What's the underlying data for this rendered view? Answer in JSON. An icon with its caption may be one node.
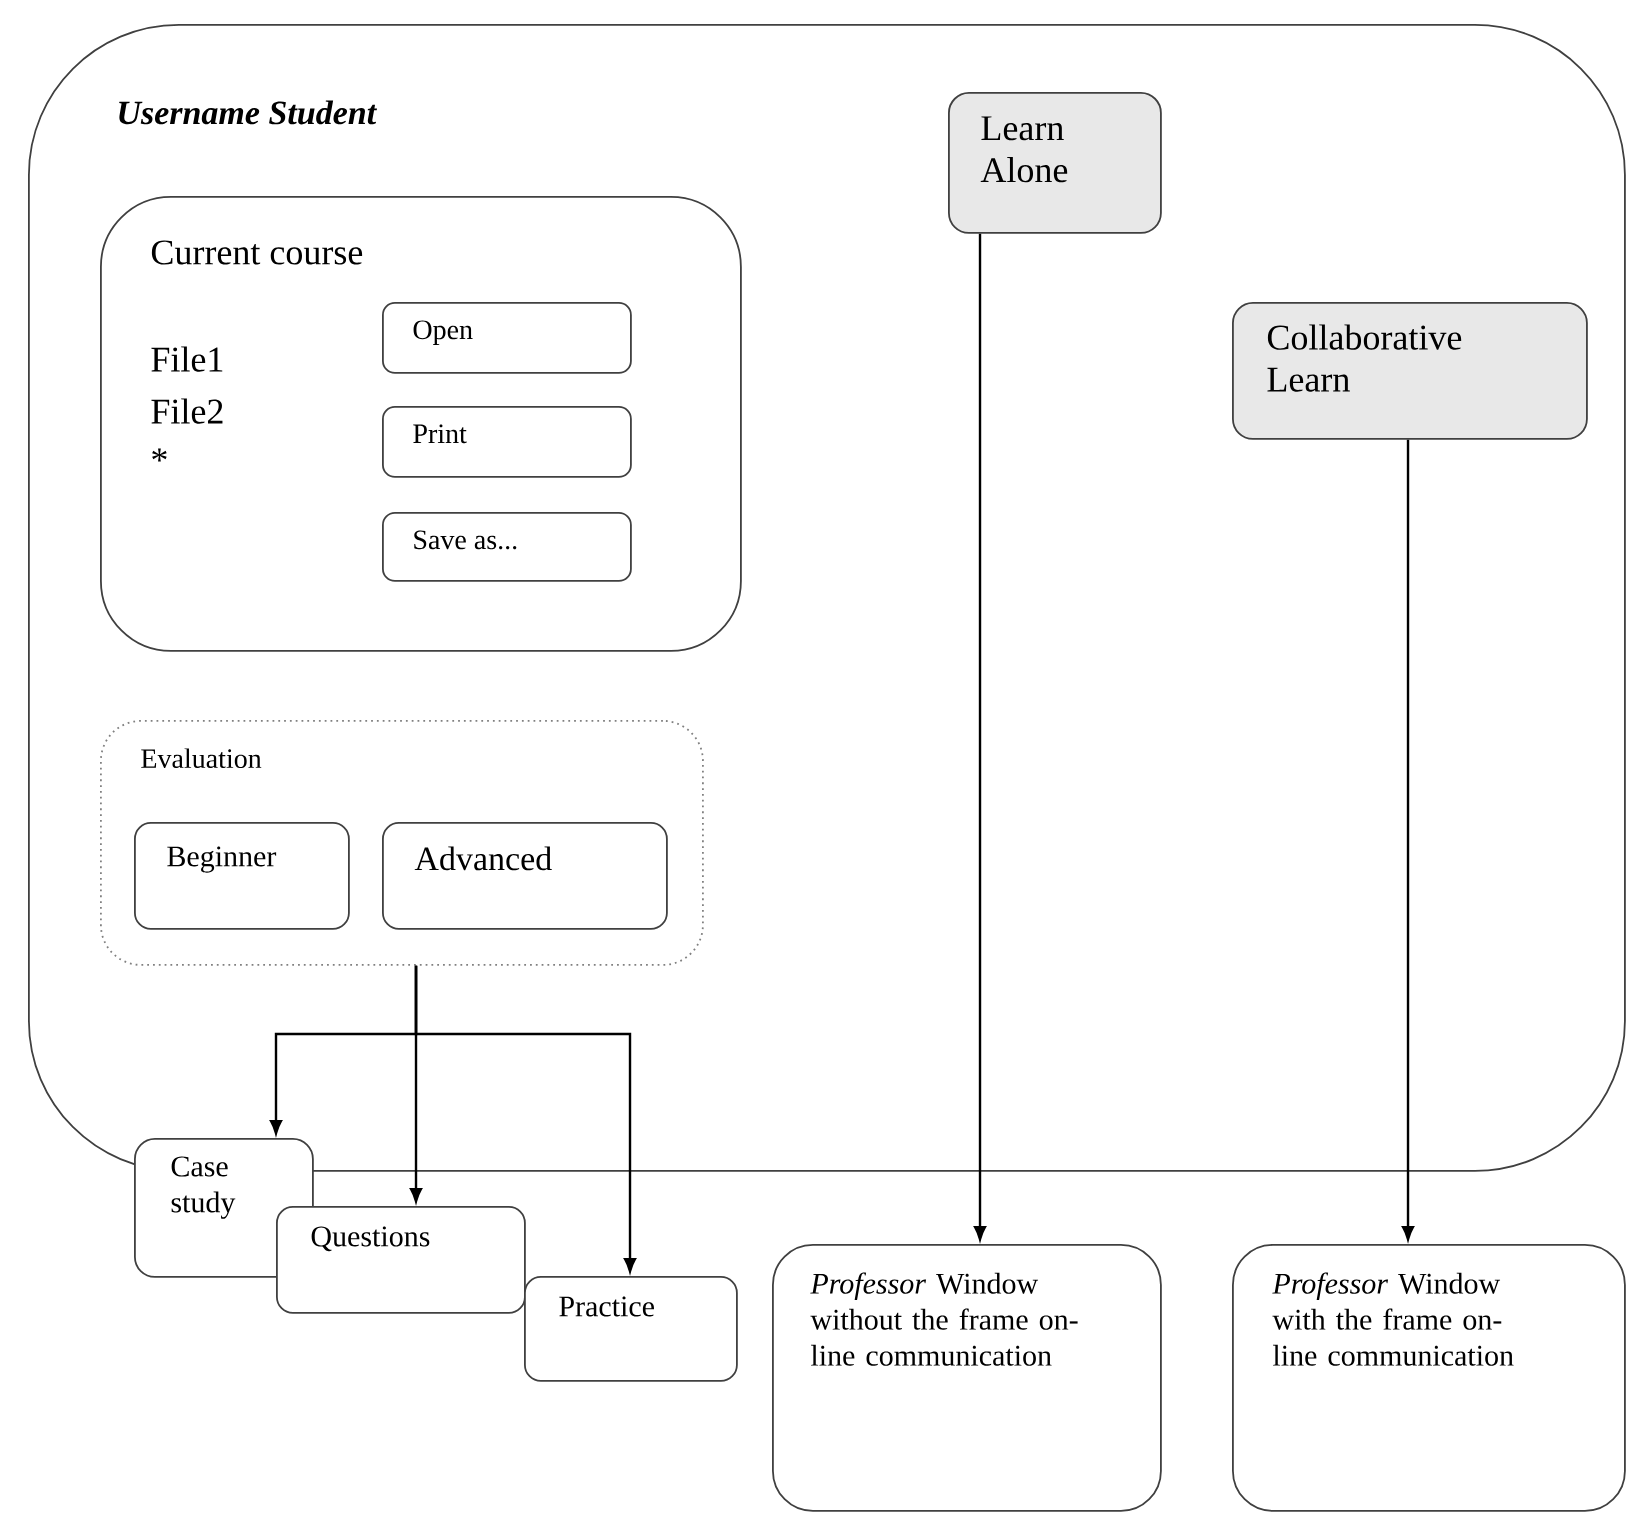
{
  "diagram": {
    "nodes": [
      {
        "text": [
          "Username Student"
        ]
      },
      {
        "text": [
          "Current course",
          "File1",
          "File2",
          "*"
        ],
        "in": 0
      },
      {
        "text": [
          "Open"
        ],
        "in": 1
      },
      {
        "text": [
          "Print"
        ],
        "in": 1
      },
      {
        "text": [
          "Save as..."
        ],
        "in": 1
      },
      {
        "text": [
          "Evaluation"
        ],
        "in": 0
      },
      {
        "text": [
          "Beginner"
        ],
        "in": 5
      },
      {
        "text": [
          "Advanced"
        ],
        "in": 5
      },
      {
        "text": [
          "Learn Alone"
        ],
        "in": 0
      },
      {
        "text": [
          "Collaborative Learn"
        ],
        "in": 0
      },
      {
        "text": [
          "Case study"
        ]
      },
      {
        "text": [
          "Questions"
        ]
      },
      {
        "text": [
          "Practice"
        ]
      },
      {
        "text": [
          "*Professor* Window without the frame on-line communication"
        ]
      },
      {
        "text": [
          "*Professor* Window with the frame on-line communication"
        ]
      }
    ],
    "edges": [
      {
        "from": 5,
        "to": 10,
        "arrow": "to"
      },
      {
        "from": 5,
        "to": 11,
        "arrow": "to"
      },
      {
        "from": 5,
        "to": 12,
        "arrow": "to"
      },
      {
        "from": 8,
        "to": 13,
        "arrow": "to"
      },
      {
        "from": 9,
        "to": 14,
        "arrow": "to"
      }
    ]
  }
}
